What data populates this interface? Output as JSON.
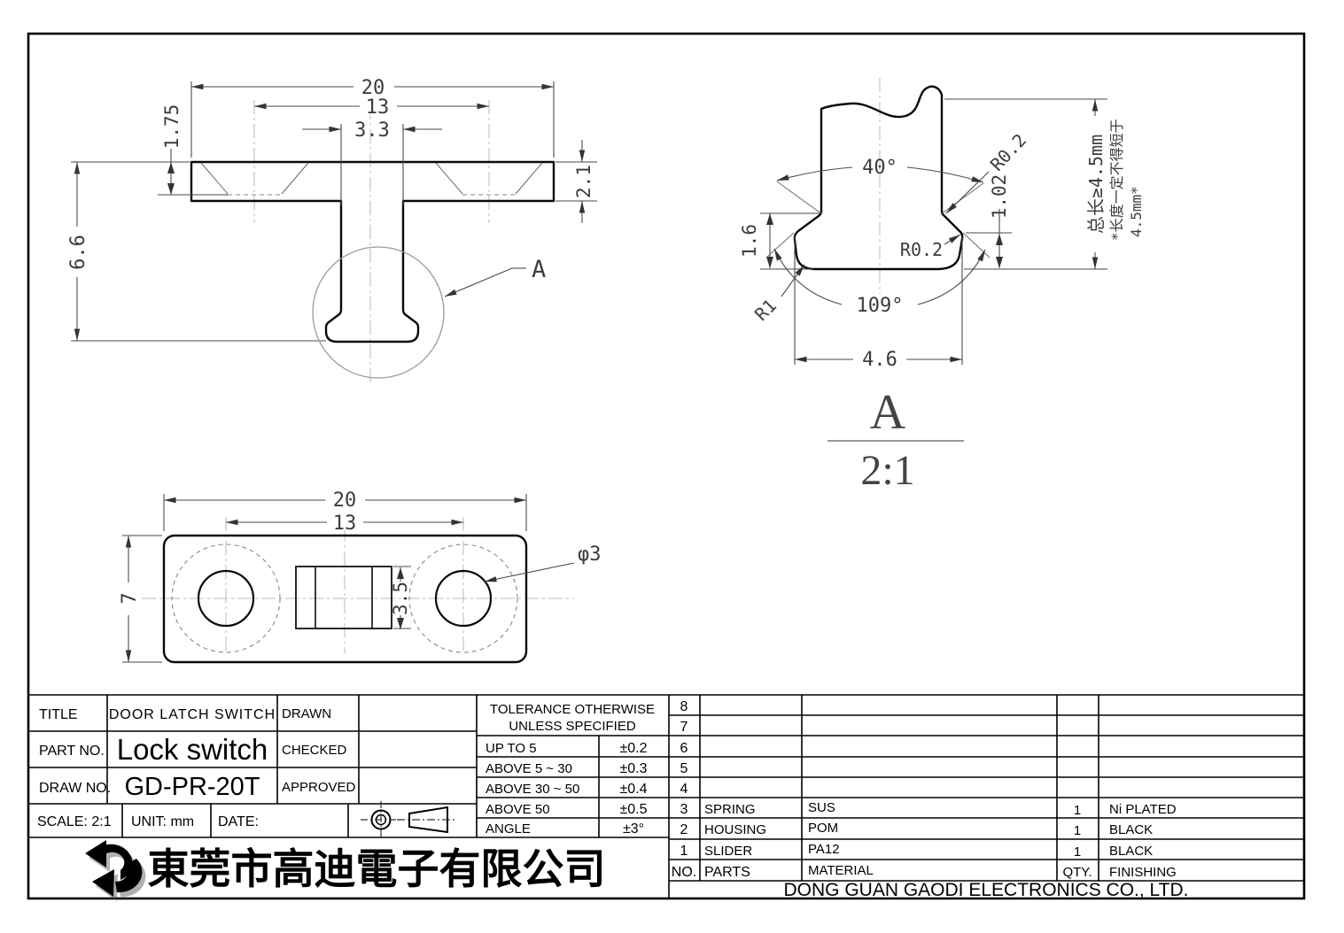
{
  "drawing": {
    "front": {
      "w20": "20",
      "w13": "13",
      "w33": "3.3",
      "d175": "1.75",
      "h66": "6.6",
      "t21": "2.1",
      "detail_label": "A"
    },
    "detail": {
      "ang40": "40°",
      "r02a": "R0.2",
      "h102": "1.02",
      "r02b": "R0.2",
      "h16": "1.6",
      "r1": "R1",
      "ang109": "109°",
      "w46": "4.6",
      "total": "总长≥4.5mm",
      "note1": "*长度一定不得短于",
      "note2": "4.5mm*",
      "label": "A",
      "scale": "2:1"
    },
    "top": {
      "w20": "20",
      "w13": "13",
      "h7": "7",
      "s35": "3.5",
      "dia": "φ3"
    }
  },
  "title_block": {
    "title_label": "TITLE",
    "title_value": "DOOR LATCH SWITCH",
    "part_no_label": "PART NO.",
    "part_no_value": "Lock switch",
    "draw_no_label": "DRAW NO.",
    "draw_no_value": "GD-PR-20T",
    "drawn_label": "DRAWN",
    "checked_label": "CHECKED",
    "approved_label": "APPROVED",
    "scale_label": "SCALE: 2:1",
    "unit_label": "UNIT: mm",
    "date_label": "DATE:",
    "company_cn": "東莞市高迪電子有限公司",
    "company_en": "DONG GUAN GAODI ELECTRONICS CO., LTD."
  },
  "tolerance_table": {
    "header_line1": "TOLERANCE OTHERWISE",
    "header_line2": "UNLESS SPECIFIED",
    "rows": [
      {
        "range": "UP TO 5",
        "tol": "±0.2"
      },
      {
        "range": "ABOVE 5 ~ 30",
        "tol": "±0.3"
      },
      {
        "range": "ABOVE 30 ~ 50",
        "tol": "±0.4"
      },
      {
        "range": "ABOVE 50",
        "tol": "±0.5"
      },
      {
        "range": "ANGLE",
        "tol": "±3°"
      }
    ]
  },
  "parts_table": {
    "headers": {
      "no": "NO.",
      "parts": "PARTS",
      "material": "MATERIAL",
      "qty": "QTY.",
      "finishing": "FINISHING"
    },
    "rows": [
      {
        "no": "8",
        "parts": "",
        "material": "",
        "qty": "",
        "finishing": ""
      },
      {
        "no": "7",
        "parts": "",
        "material": "",
        "qty": "",
        "finishing": ""
      },
      {
        "no": "6",
        "parts": "",
        "material": "",
        "qty": "",
        "finishing": ""
      },
      {
        "no": "5",
        "parts": "",
        "material": "",
        "qty": "",
        "finishing": ""
      },
      {
        "no": "4",
        "parts": "",
        "material": "",
        "qty": "",
        "finishing": ""
      },
      {
        "no": "3",
        "parts": "SPRING",
        "material": "SUS",
        "qty": "1",
        "finishing": "Ni PLATED"
      },
      {
        "no": "2",
        "parts": "HOUSING",
        "material": "POM",
        "qty": "1",
        "finishing": "BLACK"
      },
      {
        "no": "1",
        "parts": "SLIDER",
        "material": "PA12",
        "qty": "1",
        "finishing": "BLACK"
      }
    ]
  }
}
